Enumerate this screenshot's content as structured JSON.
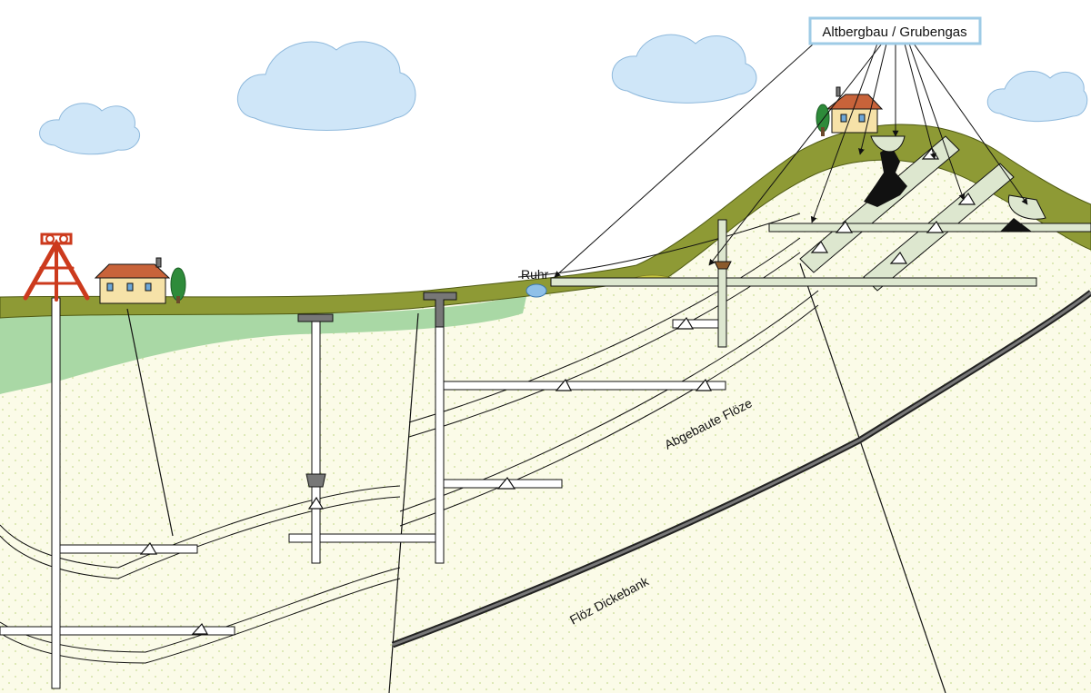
{
  "labels": {
    "callout": "Altbergbau / Grubengas",
    "river": "Ruhr",
    "mined_seams": "Abgebaute Flöze",
    "seam_dickebank": "Flöz Dickebank"
  },
  "colors": {
    "sky": "#ffffff",
    "topsoil": "#8e9a35",
    "cover_layer": "#a9d8a5",
    "bedrock": "#fbfbe8",
    "bedrock_dots": "#d6e4a8",
    "seam_fill": "#ffffff",
    "seam_old": "#dde7cf",
    "coal_black": "#111111",
    "seam_dark": "#444444",
    "headframe": "#cc3a1d",
    "cloud": "#cfe6f8",
    "callout_border": "#9ecbe6",
    "river": "#8fc0e8",
    "spoil_heap": "#c9c940"
  },
  "icons": {
    "headframe": "mine-headframe-icon",
    "house": "house-icon",
    "tree": "tree-icon",
    "cloud": "cloud-icon"
  }
}
